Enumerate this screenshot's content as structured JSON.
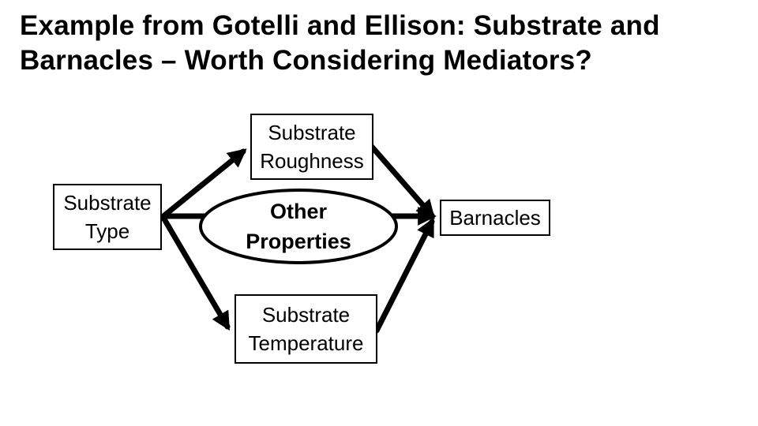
{
  "colors": {
    "ink": "#000000",
    "paper": "#ffffff"
  },
  "title": {
    "line1": "Example from Gotelli and Ellison: Substrate and",
    "line2": "Barnacles – Worth Considering Mediators?"
  },
  "diagram": {
    "nodes": {
      "substrate_type": {
        "label": "Substrate Type",
        "shape": "rectangle",
        "role": "predictor"
      },
      "substrate_roughness": {
        "label": "Substrate Roughness",
        "shape": "rectangle",
        "role": "mediator"
      },
      "other_properties": {
        "label": "Other Properties",
        "shape": "ellipse",
        "role": "mediator"
      },
      "substrate_temperature": {
        "label": "Substrate Temperature",
        "shape": "rectangle",
        "role": "mediator"
      },
      "barnacles": {
        "label": "Barnacles",
        "shape": "rectangle",
        "role": "outcome"
      }
    },
    "edges": [
      {
        "from": "substrate_type",
        "to": "substrate_roughness",
        "arrowhead": true
      },
      {
        "from": "substrate_type",
        "to": "other_properties",
        "arrowhead": false
      },
      {
        "from": "substrate_type",
        "to": "substrate_temperature",
        "arrowhead": true
      },
      {
        "from": "substrate_roughness",
        "to": "barnacles",
        "arrowhead": true
      },
      {
        "from": "other_properties",
        "to": "barnacles",
        "arrowhead": true
      },
      {
        "from": "substrate_temperature",
        "to": "barnacles",
        "arrowhead": true
      }
    ]
  }
}
